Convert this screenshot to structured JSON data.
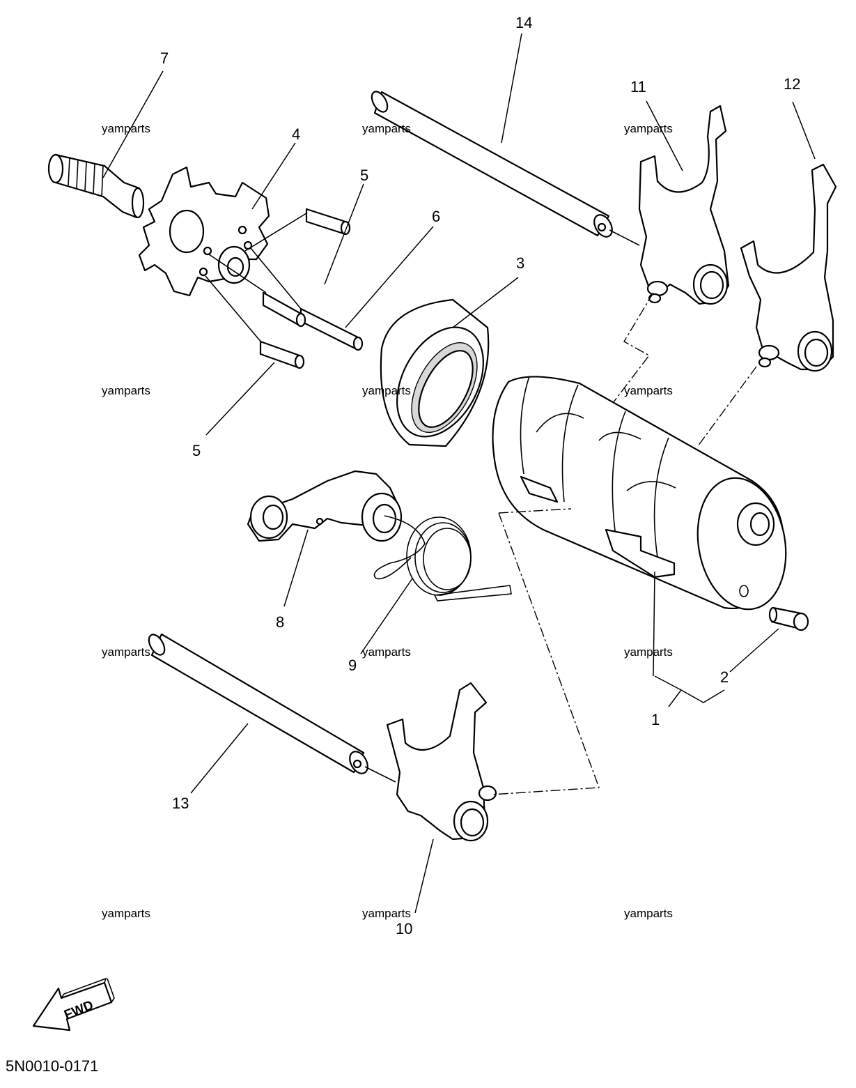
{
  "callouts": [
    {
      "id": "1",
      "text": "1"
    },
    {
      "id": "2",
      "text": "2"
    },
    {
      "id": "3",
      "text": "3"
    },
    {
      "id": "4",
      "text": "4"
    },
    {
      "id": "5a",
      "text": "5"
    },
    {
      "id": "5b",
      "text": "5"
    },
    {
      "id": "6",
      "text": "6"
    },
    {
      "id": "7",
      "text": "7"
    },
    {
      "id": "8",
      "text": "8"
    },
    {
      "id": "9",
      "text": "9"
    },
    {
      "id": "10",
      "text": "10"
    },
    {
      "id": "11",
      "text": "11"
    },
    {
      "id": "12",
      "text": "12"
    },
    {
      "id": "13",
      "text": "13"
    },
    {
      "id": "14",
      "text": "14"
    }
  ],
  "watermark": "yamparts",
  "direction_badge": "FWD",
  "diagram_code": "5N0010-0171"
}
